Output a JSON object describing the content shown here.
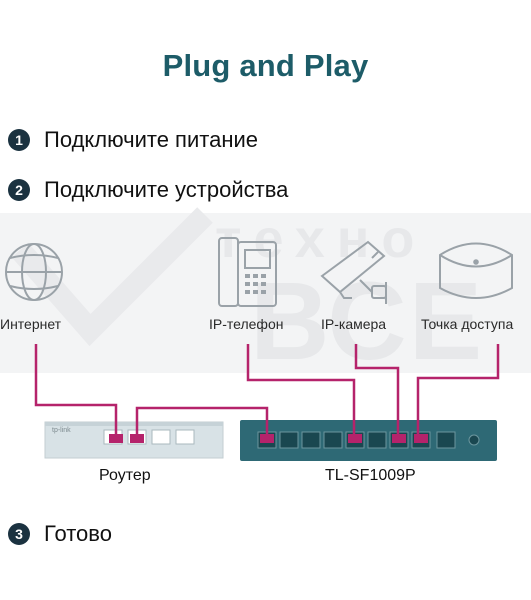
{
  "title": "Plug and Play",
  "steps": [
    {
      "number": "1",
      "text": "Подключите питание"
    },
    {
      "number": "2",
      "text": "Подключите устройства"
    },
    {
      "number": "3",
      "text": "Готово"
    }
  ],
  "devices": {
    "internet": "Интернет",
    "ip_phone": "IP-телефон",
    "ip_camera": "IP-камера",
    "access_point": "Точка доступа",
    "router": "Роутер",
    "switch": "TL-SF1009P"
  },
  "router_logo": "tp-link",
  "watermark": {
    "top": "техно",
    "bottom": "ВСЕ"
  },
  "colors": {
    "title": "#1d5c68",
    "cable": "#b5236b",
    "icon": "#9aa2a8",
    "switch_body": "#2e6975",
    "router_body": "#d8e2e6"
  }
}
